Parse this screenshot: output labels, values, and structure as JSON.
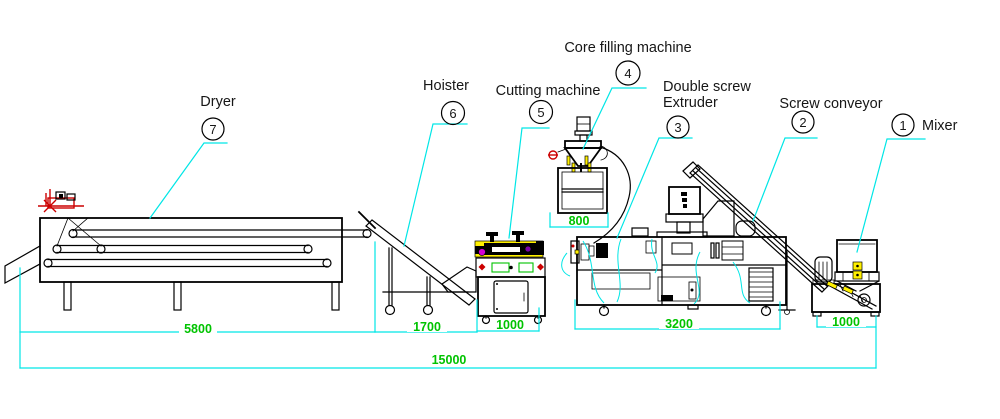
{
  "diagram_type": "food-extrusion-production-line-layout",
  "machines": [
    {
      "number": "1",
      "label": "Mixer"
    },
    {
      "number": "2",
      "label": "Screw conveyor"
    },
    {
      "number": "3",
      "label": "Double screw Extruder",
      "label_line1": "Double screw",
      "label_line2": "Extruder"
    },
    {
      "number": "4",
      "label": "Core filling machine"
    },
    {
      "number": "5",
      "label": "Cutting machine"
    },
    {
      "number": "6",
      "label": "Hoister"
    },
    {
      "number": "7",
      "label": "Dryer"
    }
  ],
  "dimensions_mm": {
    "dryer": "5800",
    "hoister": "1700",
    "cutting_machine": "1000",
    "core_filling_machine": "800",
    "extruder": "3200",
    "mixer": "1000",
    "total": "15000"
  },
  "colors": {
    "line": "#000000",
    "leader_and_dimension_lines": "#00E6E6",
    "dimension_text": "#00C300",
    "accent_red": "#CC0000",
    "accent_yellow": "#FFF000",
    "accent_magenta": "#D400D4",
    "accent_purple": "#7A00A8"
  }
}
